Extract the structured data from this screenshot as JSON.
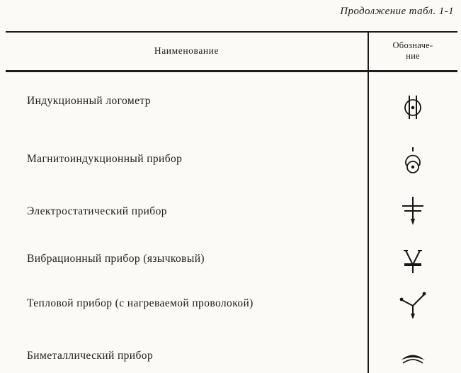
{
  "caption": "Продолжение табл. 1-1",
  "table": {
    "header": {
      "name": "Наименование",
      "symbol_line1": "Обозначе-",
      "symbol_line2": "ние"
    },
    "rows": [
      {
        "name": "Индукционный логометр",
        "symbol_icon": "induction-logometer-symbol"
      },
      {
        "name": "Магнитоиндукционный прибор",
        "symbol_icon": "magneto-induction-symbol"
      },
      {
        "name": "Электростатический прибор",
        "symbol_icon": "electrostatic-symbol"
      },
      {
        "name": "Вибрационный прибор (язычковый)",
        "symbol_icon": "vibrating-reed-symbol"
      },
      {
        "name": "Тепловой прибор (с нагреваемой проволокой)",
        "symbol_icon": "hot-wire-symbol"
      },
      {
        "name": "Биметаллический прибор",
        "symbol_icon": "bimetallic-symbol"
      }
    ]
  },
  "colors": {
    "paper": "#fbfaf6",
    "ink": "#1c1c1c"
  }
}
